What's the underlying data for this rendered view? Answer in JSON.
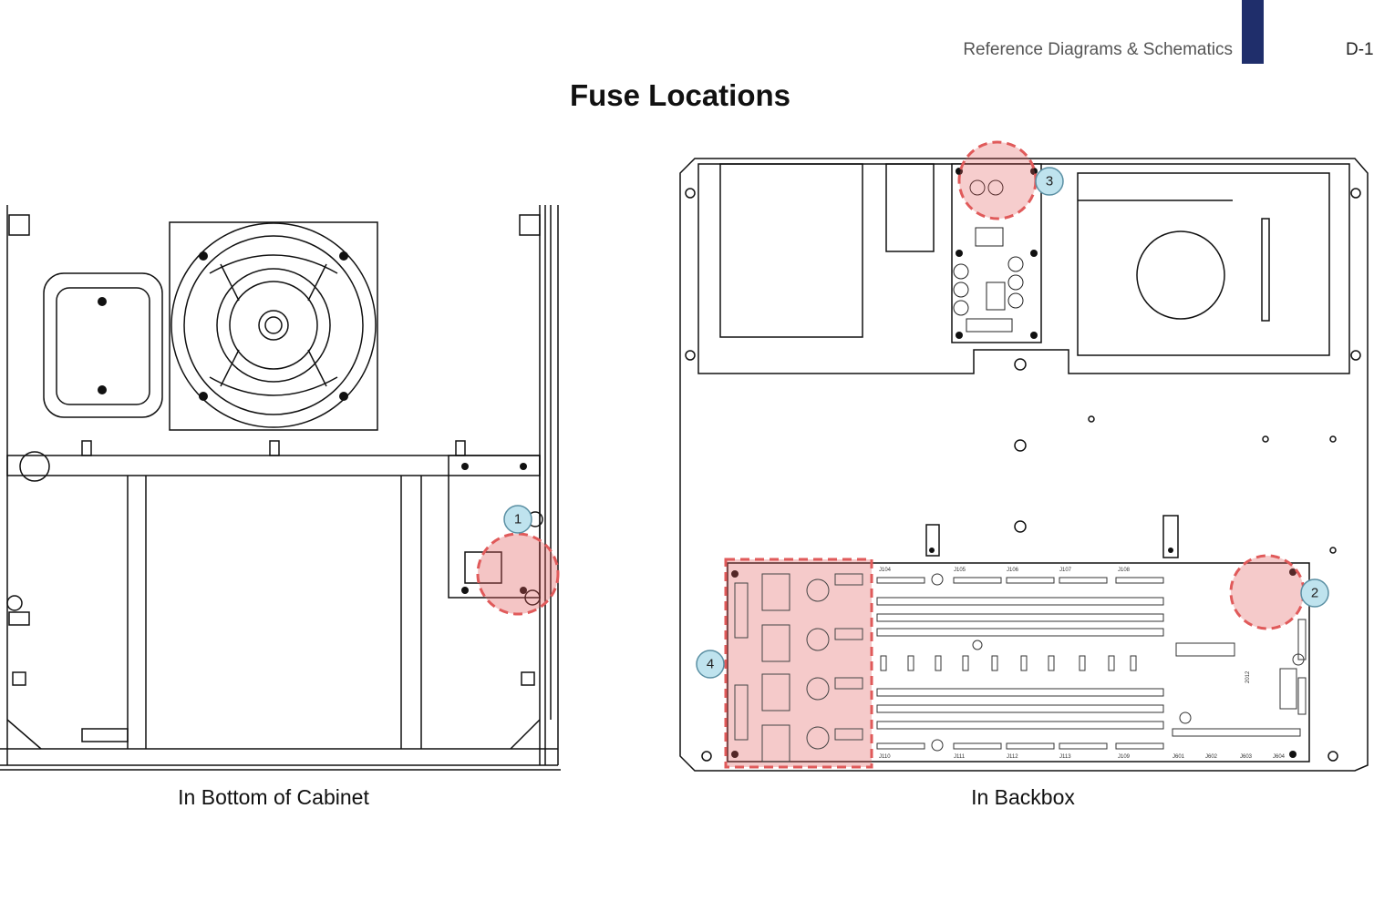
{
  "header": {
    "section_title": "Reference Diagrams & Schematics",
    "page_number": "D-1",
    "accent_color": "#1f2e6b"
  },
  "title": "Fuse Locations",
  "captions": {
    "left": "In Bottom of Cabinet",
    "right": "In Backbox"
  },
  "callouts": [
    {
      "number": "1"
    },
    {
      "number": "2"
    },
    {
      "number": "3"
    },
    {
      "number": "4"
    }
  ],
  "highlight_color": "#e05a5a",
  "callout_color": "#bfe3ee",
  "board_labels": {
    "j104": "J104",
    "j105": "J105",
    "j106": "J106",
    "j107": "J107",
    "j108": "J108",
    "j110": "J110",
    "j111": "J111",
    "j112": "J112",
    "j113": "J113",
    "j109": "J109",
    "j601": "J601",
    "j602": "J602",
    "j603": "J603",
    "j604": "J604",
    "year": "2012"
  }
}
